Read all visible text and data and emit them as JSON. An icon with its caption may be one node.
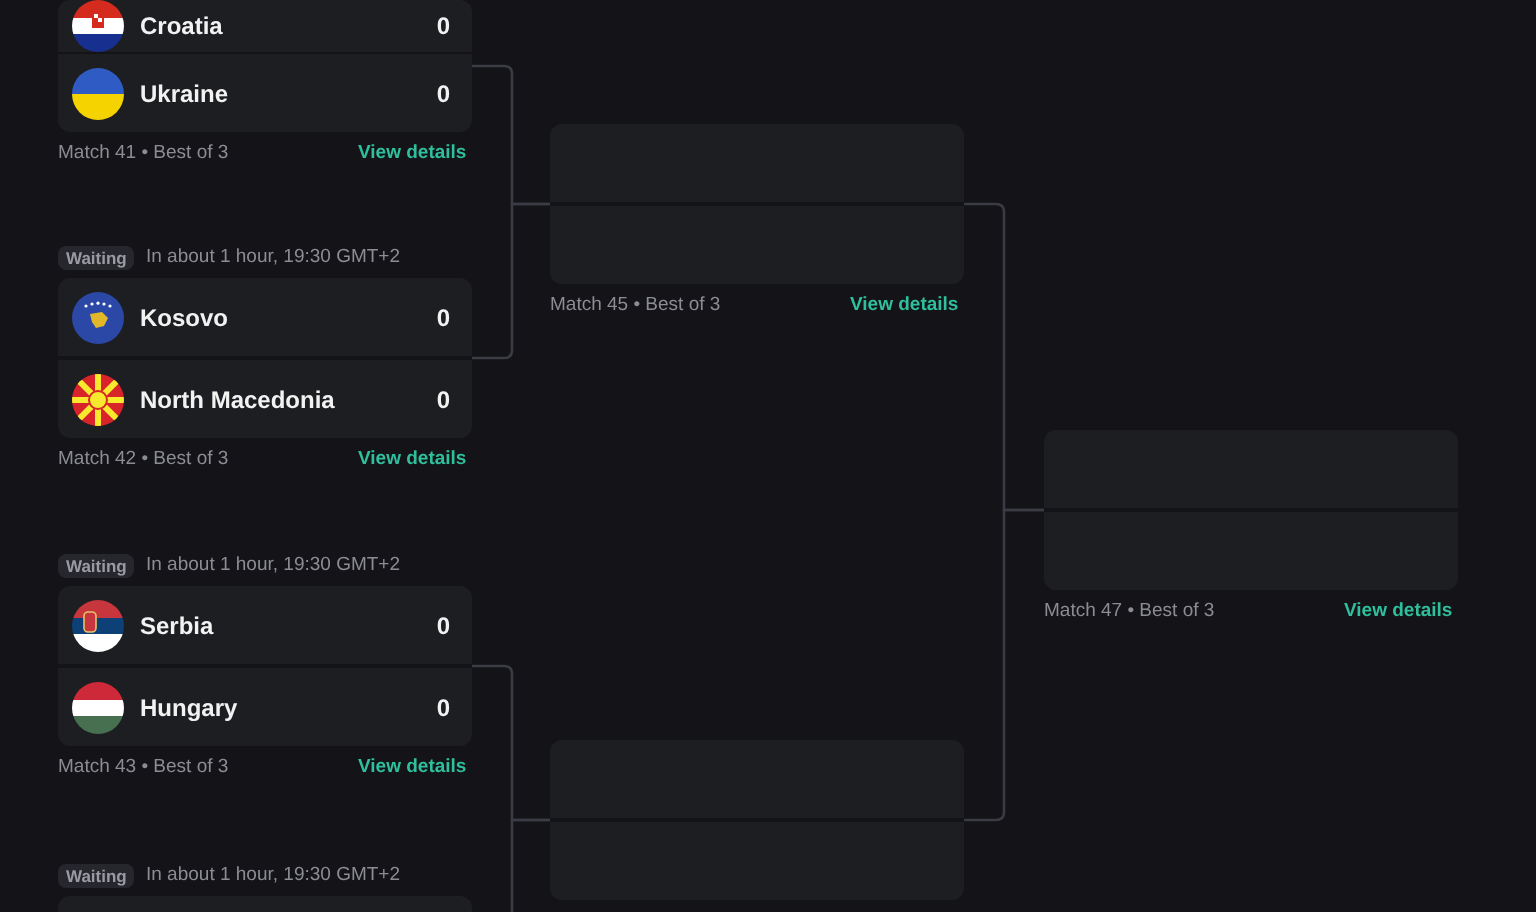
{
  "diagram": {
    "nodes": [
      {
        "text": [],
        "shape": "box",
        "beside": [
          "Match 41 • Best of 3",
          "View details"
        ]
      },
      {
        "text": [
          "Croatia",
          "0"
        ],
        "in": 0
      },
      {
        "text": [
          "Ukraine",
          "0"
        ],
        "in": 0
      },
      {
        "text": [],
        "shape": "box",
        "beside": [
          "Waiting",
          "In about 1 hour, 19:30 GMT+2",
          "Match 42 • Best of 3",
          "View details"
        ]
      },
      {
        "text": [
          "Kosovo",
          "0"
        ],
        "in": 3
      },
      {
        "text": [
          "North Macedonia",
          "0"
        ],
        "in": 3
      },
      {
        "text": [],
        "shape": "box",
        "beside": [
          "Waiting",
          "In about 1 hour, 19:30 GMT+2",
          "Match 43 • Best of 3",
          "View details"
        ]
      },
      {
        "text": [
          "Serbia",
          "0"
        ],
        "in": 6
      },
      {
        "text": [
          "Hungary",
          "0"
        ],
        "in": 6
      },
      {
        "text": [],
        "shape": "box",
        "beside": [
          "Waiting",
          "In about 1 hour, 19:30 GMT+2"
        ]
      },
      {
        "text": [],
        "shape": "box",
        "beside": [
          "Match 45 • Best of 3",
          "View details"
        ]
      },
      {
        "text": [],
        "shape": "box",
        "in": 10
      },
      {
        "text": [],
        "shape": "box",
        "in": 10
      },
      {
        "text": [],
        "shape": "box"
      },
      {
        "text": [],
        "shape": "box",
        "in": 13
      },
      {
        "text": [],
        "shape": "box",
        "in": 13
      },
      {
        "text": [],
        "shape": "box",
        "beside": [
          "Match 47 • Best of 3",
          "View details"
        ]
      },
      {
        "text": [],
        "shape": "box",
        "in": 16
      },
      {
        "text": [],
        "shape": "box",
        "in": 16
      }
    ],
    "edges": [
      {
        "from": 0,
        "to": 10,
        "arrow": "none"
      },
      {
        "from": 3,
        "to": 10,
        "arrow": "none"
      },
      {
        "from": 6,
        "to": 13,
        "arrow": "none"
      },
      {
        "from": 9,
        "to": 13,
        "arrow": "none"
      },
      {
        "from": 10,
        "to": 16,
        "arrow": "none"
      },
      {
        "from": 13,
        "to": 16,
        "arrow": "none"
      }
    ]
  }
}
